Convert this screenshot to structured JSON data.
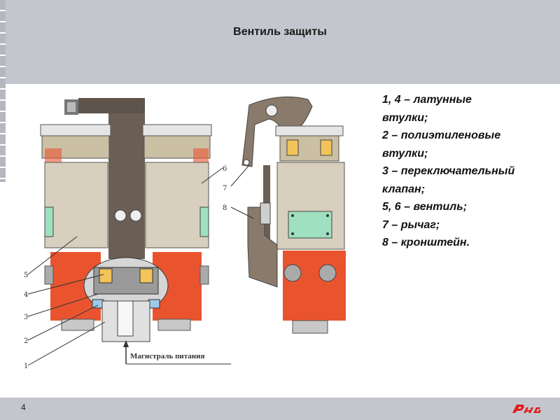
{
  "title": "Вентиль защиты",
  "legend": [
    "1, 4 – латунные",
    "втулки;",
    "2 – полиэтиленовые",
    "втулки;",
    "3 – переключательный",
    "клапан;",
    "5, 6 – вентиль;",
    "7 – рычаг;",
    "8 – кронштейн."
  ],
  "callouts": {
    "n1": "1",
    "n2": "2",
    "n3": "3",
    "n4": "4",
    "n5": "5",
    "n6": "6",
    "n7": "7",
    "n8": "8"
  },
  "caption": "Магистраль питания",
  "page_number": "4",
  "colors": {
    "header": "#c3c6cc",
    "body_red": "#e9542f",
    "cylinder": "#d8cfbe",
    "green": "#9ee0c0",
    "shaft": "#6b5f55"
  }
}
